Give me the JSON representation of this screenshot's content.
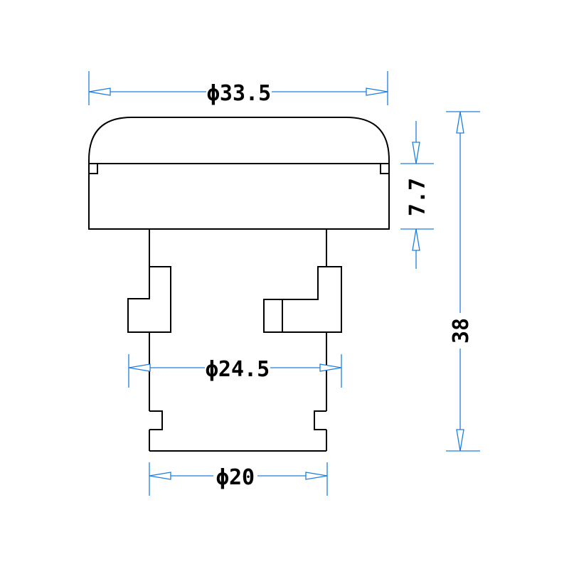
{
  "drawing": {
    "line_color": "#000000",
    "dimension_color": "#1e7fe0",
    "background": "#ffffff"
  },
  "dimensions": {
    "top_diameter": "ϕ33.5",
    "height_cap": "7.7",
    "total_height": "38",
    "mid_diameter": "ϕ24.5",
    "bottom_diameter": "ϕ20"
  }
}
